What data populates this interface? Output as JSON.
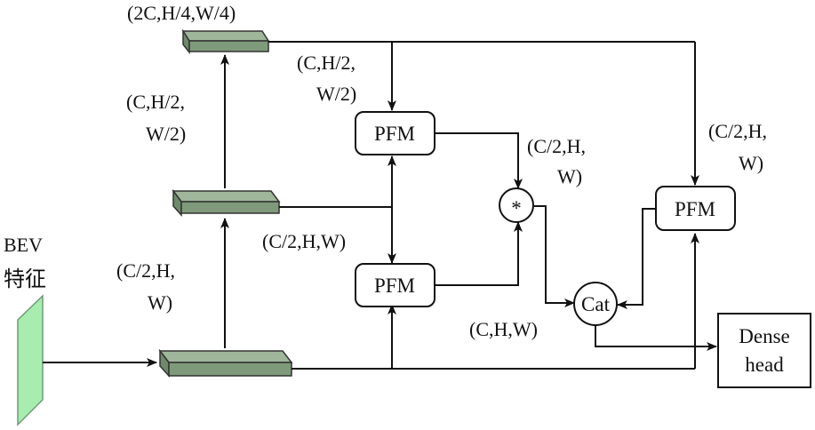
{
  "input": {
    "line1": "BEV",
    "line2": "特征"
  },
  "dims": {
    "top_block": "(2C,H/4,W/4)",
    "arrow_left_upper_1": "(C,H/2,",
    "arrow_left_upper_2": "W/2)",
    "arrow_left_lower_1": "(C/2,H,",
    "arrow_left_lower_2": "W)",
    "top_feed_1": "(C,H/2,",
    "top_feed_2": "W/2)",
    "middle_feed": "(C/2,H,W)",
    "mul_out_1": "(C/2,H,",
    "mul_out_2": "W)",
    "right_pfm_1": "(C/2,H,",
    "right_pfm_2": "W)",
    "cat_out": "(C,H,W)"
  },
  "nodes": {
    "pfm_top": "PFM",
    "pfm_bottom": "PFM",
    "pfm_right": "PFM",
    "multiply": "*",
    "concat": "Cat",
    "head_line1": "Dense",
    "head_line2": "head"
  },
  "colors": {
    "block_face": "#9fb69a",
    "block_side": "#6e8a6a",
    "input_plane": "#a8ecb0",
    "line": "#111111"
  }
}
